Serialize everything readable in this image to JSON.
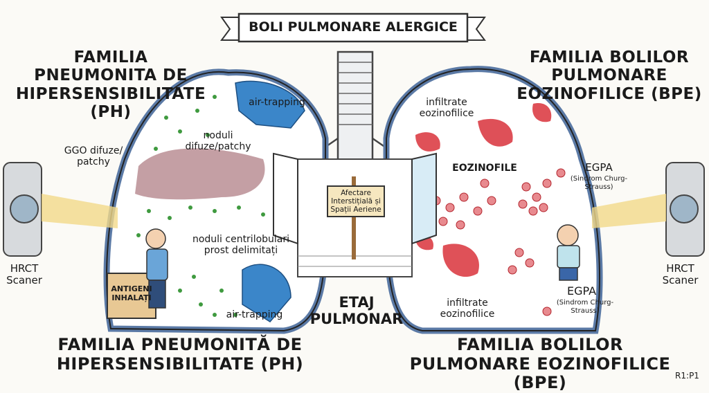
{
  "banner": {
    "title": "BOLI PULMONARE ALERGICE"
  },
  "left": {
    "family_title": "FAMILIA PNEUMONITA DE HIPERSENSIBILITATE (PH)",
    "ggo": "GGO difuze/ patchy",
    "air_trapping_top": "air-trapping",
    "noduli_difuze": "noduli difuze/patchy",
    "noduli_centrilobulari": "noduli centrilobulari prost delimitați",
    "air_trapping_bottom": "air-trapping",
    "antigeni": "ANTIGENI INHALAȚI",
    "scanner": "HRCT Scaner",
    "bottom_title": "FAMILIA PNEUMONITĂ DE HIPERSENSIBILITATE (PH)"
  },
  "center": {
    "sign": "Afectare Interstițială și Spații Aeriene",
    "etaj": "ETAJ PULMONAR"
  },
  "right": {
    "family_title": "FAMILIA BOLILOR PULMONARE EOZINOFILICE (BPE)",
    "infiltrate_top": "infiltrate eozinofilice",
    "eozinofile": "EOZINOFILE",
    "egpa_top": "EGPA",
    "egpa_top_sub": "(Sindrom Churg-Strauss)",
    "egpa_bottom": "EGPA",
    "egpa_bottom_sub": "(Sindrom Churg-Strauss)",
    "infiltrate_bottom": "infiltrate eozinofilice",
    "scanner": "HRCT Scaner",
    "bottom_title": "FAMILIA BOLILOR PULMONARE EOZINOFILICE (BPE)"
  },
  "corner_label": "R1:P1",
  "colors": {
    "lung_outline": "#5b7aa6",
    "air_trapping": "#3b86c9",
    "nodules": "#3f9a3f",
    "eosinophil": "#d9323b",
    "ggo": "#b07f86",
    "beam": "#f3d98a"
  }
}
